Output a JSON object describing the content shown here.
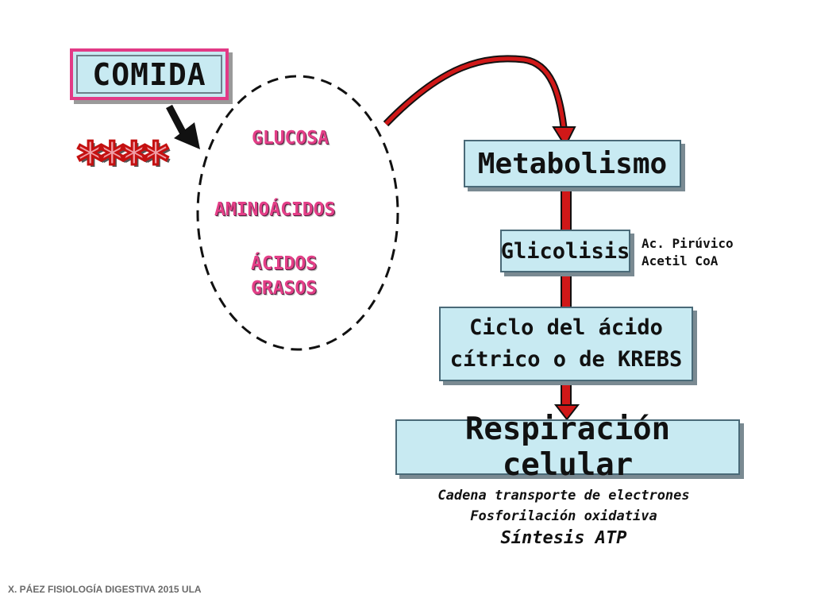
{
  "comida": "COMIDA",
  "nutrients": {
    "glucosa": "GLUCOSA",
    "aminoacidos": "AMINOÁCIDOS",
    "acidos": "ÁCIDOS",
    "grasos": "GRASOS"
  },
  "stars": "****",
  "metabolismo": "Metabolismo",
  "glicolisis": "Glicolisis",
  "glicolisis_notes": [
    "Ac. Pirúvico",
    "Acetil CoA"
  ],
  "krebs": [
    "Ciclo del ácido",
    "cítrico o de KREBS"
  ],
  "respiracion": "Respiración celular",
  "respiracion_notes": [
    "Cadena transporte de electrones",
    "Fosforilación oxidativa"
  ],
  "sintesis": "Síntesis ATP",
  "footer": "X. PÁEZ  FISIOLOGÍA DIGESTIVA 2015  ULA",
  "colors": {
    "box_fill": "#c8eaf2",
    "box_border": "#4a6a78",
    "accent_pink": "#e43f88",
    "arrow_red": "#d01818",
    "arrow_black": "#111111"
  }
}
